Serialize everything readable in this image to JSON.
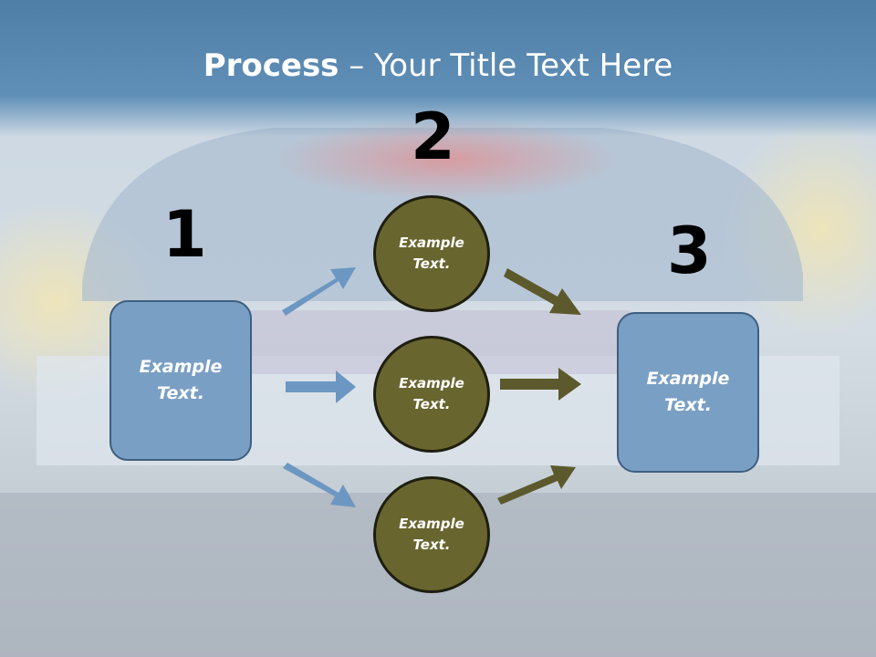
{
  "title": {
    "bold": "Process",
    "rest": " – Your Title Text Here"
  },
  "steps": [
    "1",
    "2",
    "3"
  ],
  "left_box": {
    "line1": "Example",
    "line2": "Text."
  },
  "right_box": {
    "line1": "Example",
    "line2": "Text."
  },
  "circles": [
    {
      "line1": "Example",
      "line2": "Text."
    },
    {
      "line1": "Example",
      "line2": "Text."
    },
    {
      "line1": "Example",
      "line2": "Text."
    }
  ],
  "colors": {
    "box_fill": "#7a9fc4",
    "circle_fill": "#68652f",
    "blue_arrow": "#6b97c2",
    "olive_arrow": "#5c5a2c"
  }
}
